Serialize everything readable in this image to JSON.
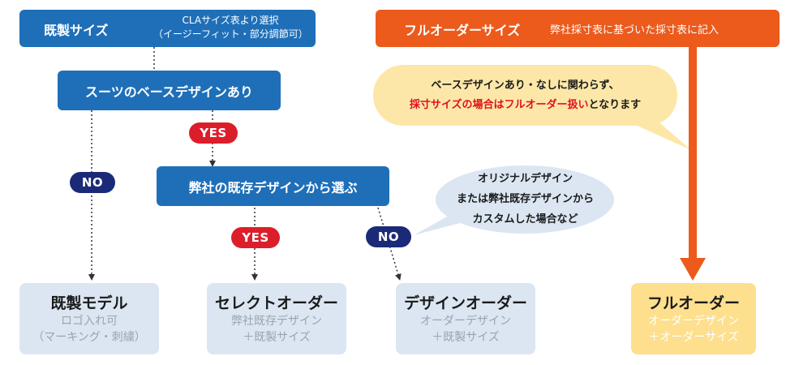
{
  "top_left": {
    "title": "既製サイズ",
    "note_line1": "CLAサイズ表より選択",
    "note_line2": "（イージーフィット・部分調節可）"
  },
  "top_right": {
    "title": "フルオーダーサイズ",
    "note": "弊社採寸表に基づいた採寸表に記入"
  },
  "base_design_box": "スーツのベースデザインあり",
  "existing_design_box": "弊社の既存デザインから選ぶ",
  "badges": {
    "no_left": "NO",
    "yes_top": "YES",
    "yes_mid": "YES",
    "no_right": "NO"
  },
  "bubble_right": {
    "line1": "ベースデザインあり・なしに関わらず、",
    "line2_emph": "採寸サイズの場合はフルオーダー扱い",
    "line2_rest": "となります"
  },
  "bubble_mid": {
    "line1": "オリジナルデザイン",
    "line2": "または弊社既存デザインから",
    "line3": "カスタムした場合など"
  },
  "results": [
    {
      "title": "既製モデル",
      "sub1": "ロゴ入れ可",
      "sub2": "（マーキング・刺繍）"
    },
    {
      "title": "セレクトオーダー",
      "sub1": "弊社既存デザイン",
      "sub2": "＋既製サイズ"
    },
    {
      "title": "デザインオーダー",
      "sub1": "オーダーデザイン",
      "sub2": "＋既製サイズ"
    },
    {
      "title": "フルオーダー",
      "sub1": "オーダーデザイン",
      "sub2": "＋オーダーサイズ"
    }
  ],
  "colors": {
    "blue": "#1f6fb8",
    "orange": "#ec5a1c",
    "navy": "#1b2a78",
    "red": "#dc1e2a",
    "result_bg": "#dbe6f2",
    "full_bg": "#fddf8d",
    "bubble_bg": "#fde7a8",
    "bubble_mid_bg": "#dbe6f2"
  }
}
